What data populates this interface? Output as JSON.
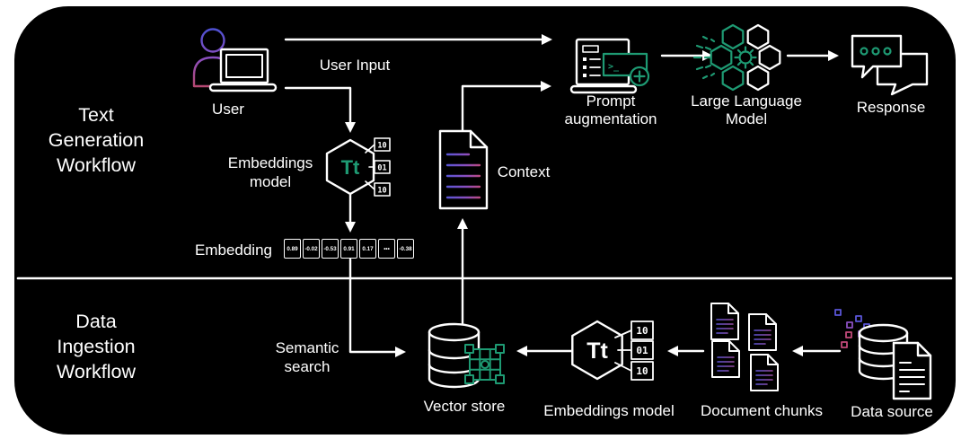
{
  "colors": {
    "white": "#FFFFFF",
    "black": "#000000",
    "green": "#1E9A73",
    "blue": "#5A55D6",
    "purple": "#8A4FC0",
    "pink": "#C24A7A",
    "page": "#FFFFFF"
  },
  "sections": {
    "text_generation": {
      "title_lines": [
        "Text",
        "Generation",
        "Workflow"
      ]
    },
    "data_ingestion": {
      "title_lines": [
        "Data",
        "Ingestion",
        "Workflow"
      ]
    }
  },
  "nodes": {
    "user": {
      "label": "User"
    },
    "user_input": {
      "label": "User Input"
    },
    "embeddings_model_top": {
      "label_lines": [
        "Embeddings",
        "model"
      ],
      "monogram": "Tt",
      "bits": [
        "10",
        "01",
        "10"
      ]
    },
    "embedding": {
      "label": "Embedding",
      "values": [
        "0.89",
        "-0.02",
        "-0.53",
        "0.91",
        "0.17",
        "•••",
        "-0.38"
      ]
    },
    "context": {
      "label": "Context"
    },
    "prompt_augmentation": {
      "label_lines": [
        "Prompt",
        "augmentation"
      ],
      "terminal_glyph": ">_"
    },
    "llm": {
      "label_lines": [
        "Large Language",
        "Model"
      ]
    },
    "response": {
      "label": "Response"
    },
    "semantic_search": {
      "label_lines": [
        "Semantic",
        "search"
      ]
    },
    "vector_store": {
      "label": "Vector store"
    },
    "embeddings_model_bottom": {
      "label": "Embeddings model",
      "monogram": "Tt",
      "bits": [
        "10",
        "01",
        "10"
      ]
    },
    "document_chunks": {
      "label": "Document chunks"
    },
    "data_source": {
      "label": "Data source"
    }
  }
}
